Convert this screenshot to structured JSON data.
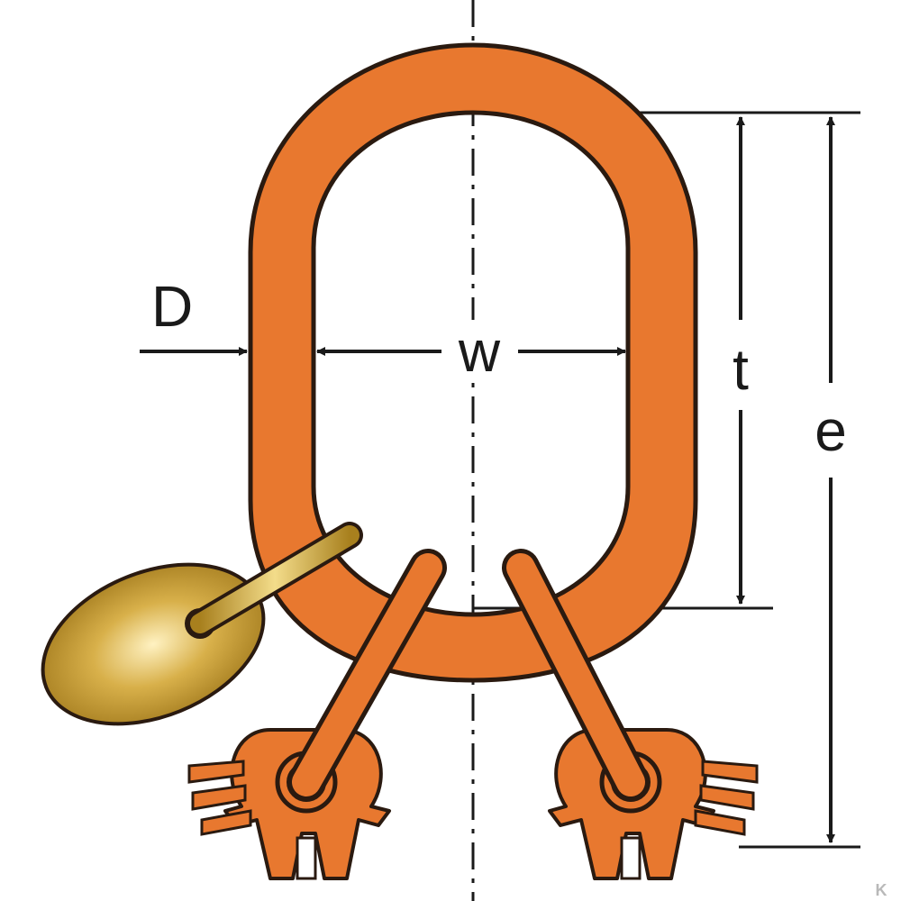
{
  "diagram": {
    "labels": {
      "diameter": "D",
      "width": "w",
      "inner_length": "t",
      "overall_length": "e"
    },
    "watermark": "K",
    "colors": {
      "link_orange": "#e8782f",
      "link_outline": "#2a1a10",
      "tag_gold": "#d8b04a",
      "dimension_line": "#1a1a1a"
    },
    "icons": {
      "master_link": "oval-master-link-icon",
      "hooks": "connecting-hook-icon",
      "tag": "id-tag-icon"
    }
  }
}
